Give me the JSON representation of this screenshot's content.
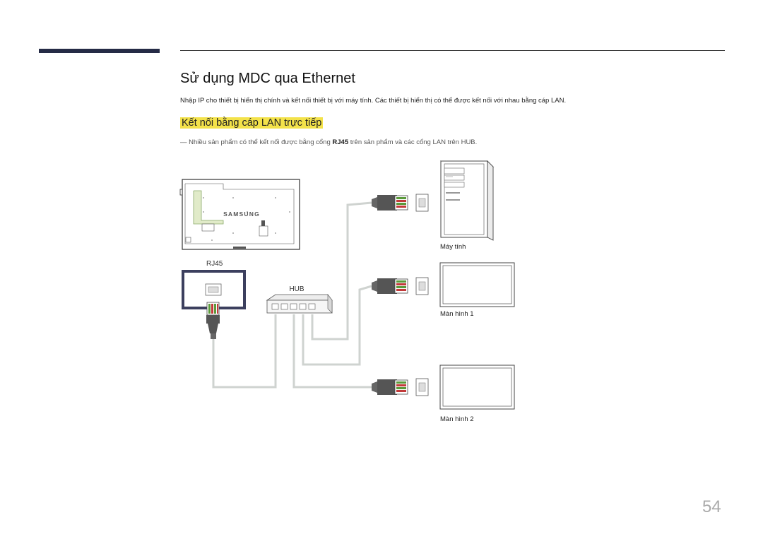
{
  "page": {
    "title": "Sử dụng MDC qua Ethernet",
    "intro": "Nhập IP cho thiết bị hiển thị chính và kết nối thiết bị với máy tính. Các thiết bị hiển thị có thể được kết nối với nhau bằng cáp LAN.",
    "subheading": "Kết nối bằng cáp LAN trực tiếp",
    "note": {
      "dash": "―",
      "before": " Nhiều sản phẩm có thể kết nối được bằng cổng ",
      "bold": "RJ45",
      "after": " trên sản phẩm và các cổng LAN trên HUB."
    },
    "page_number": "54"
  },
  "diagram": {
    "brand_label": "SAMSUNG",
    "rj45_label": "RJ45",
    "hub_label": "HUB",
    "pc_label": "Máy tính",
    "display1_label": "Màn hình 1",
    "display2_label": "Màn hình 2"
  },
  "colors": {
    "accent_bar": "#252b46",
    "highlight": "#f3e24a",
    "cable": "#cfd3d0",
    "rj45_box": "#3c3f5e"
  }
}
